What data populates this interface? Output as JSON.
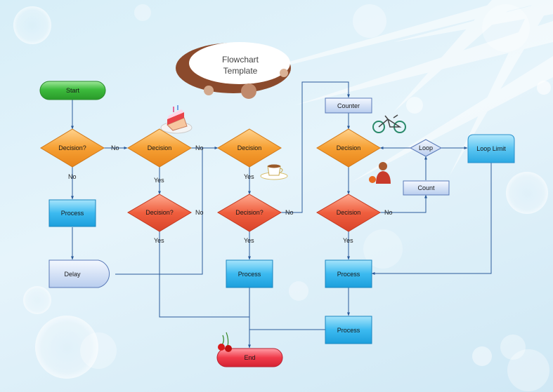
{
  "title": "Flowchart\nTemplate",
  "nodes": {
    "start": "Start",
    "decision_1": "Decision?",
    "decision_2": "Decision",
    "decision_3": "Decision",
    "decision_4": "Decision?",
    "decision_5": "Decision?",
    "decision_6": "Decision",
    "decision_7": "Decision",
    "process_1": "Process",
    "delay": "Delay",
    "process_2": "Process",
    "process_3": "Process",
    "process_4": "Process",
    "counter": "Counter",
    "loop": "Loop",
    "count": "Count",
    "loop_limit": "Loop Limit",
    "end": "End"
  },
  "edge_labels": {
    "no_1": "No",
    "no_2": "No",
    "no_3": "No",
    "no_4": "No",
    "no_5": "No",
    "no_6": "No",
    "yes_1": "Yes",
    "yes_2": "Yes",
    "yes_3": "Yes",
    "yes_4": "Yes",
    "yes_5": "Yes"
  },
  "colors": {
    "start": "#3dbb3d",
    "decision_orange": "#f59a2a",
    "decision_red": "#ef5a3c",
    "process_blue": "#34b5ec",
    "end": "#f03b4a",
    "connector": "#2a5a9a"
  },
  "icons": [
    "cake-icon",
    "coffee-cup-icon",
    "bicycle-icon",
    "cherries-icon",
    "person-icon"
  ]
}
